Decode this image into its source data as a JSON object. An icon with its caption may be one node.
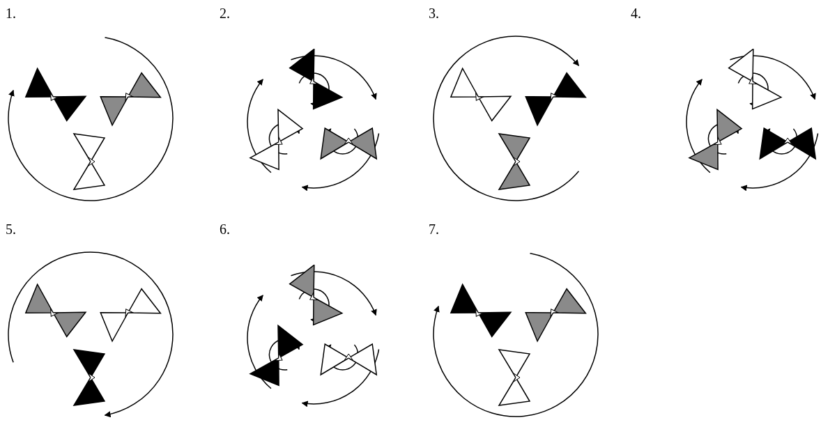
{
  "diagram": {
    "labels": [
      "1.",
      "2.",
      "3.",
      "4.",
      "5.",
      "6.",
      "7."
    ]
  }
}
